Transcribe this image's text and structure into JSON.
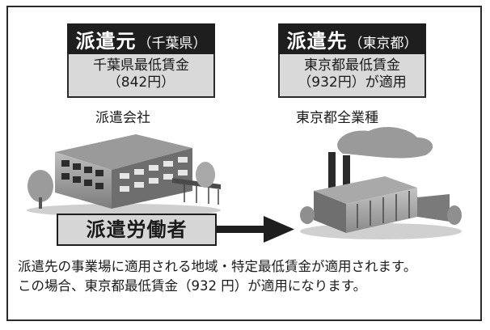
{
  "left": {
    "title": "派遣元",
    "title_sub": "（千葉県）",
    "wage_line1": "千葉県最低賃金",
    "wage_line2": "（842円）",
    "caption": "派遣会社"
  },
  "right": {
    "title": "派遣先",
    "title_sub": "（東京都）",
    "wage_line1": "東京都最低賃金",
    "wage_line2": "（932円）が適用",
    "caption": "東京都全業種"
  },
  "worker_label": "派遣労働者",
  "description": {
    "line1": "派遣先の事業場に適用される地域・特定最低賃金が適用されます。",
    "line2": "この場合、東京都最低賃金（932 円）が適用になります。"
  }
}
